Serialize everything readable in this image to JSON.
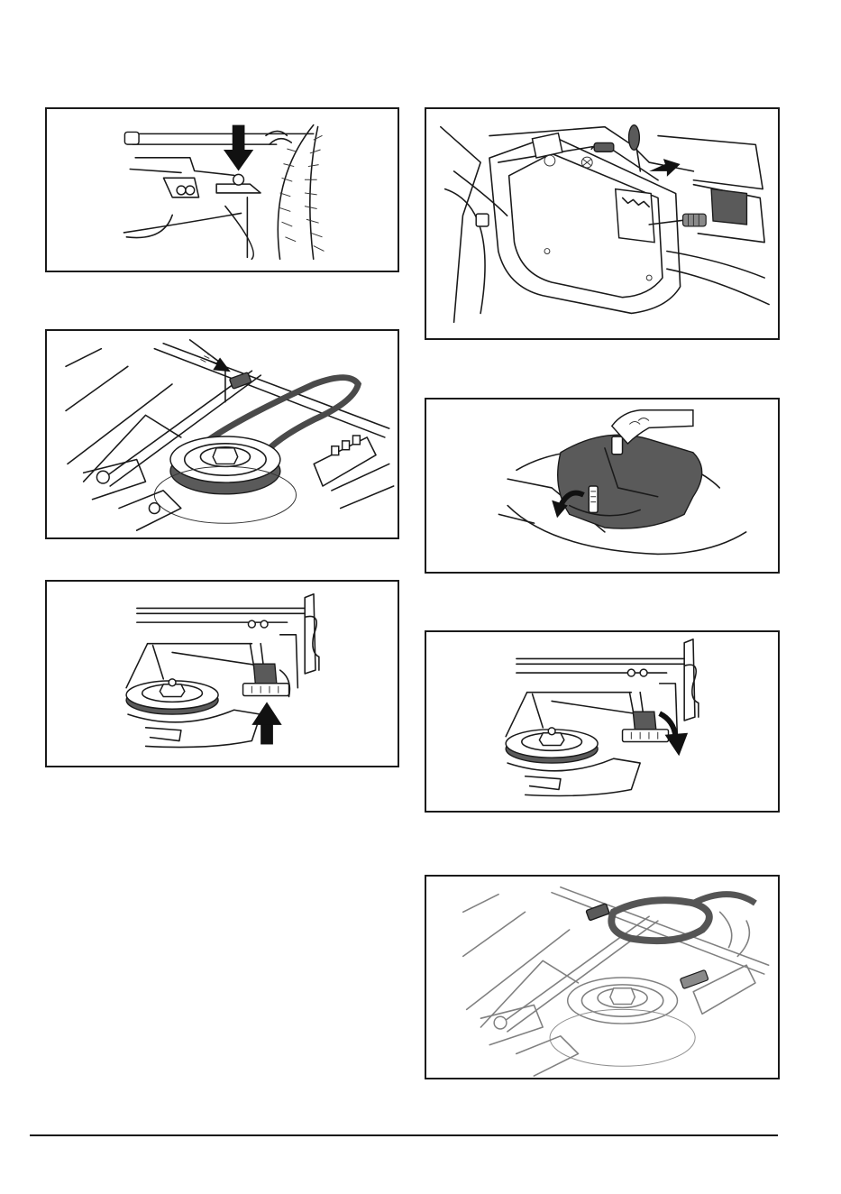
{
  "page": {
    "figures": [
      {
        "id": "fig1",
        "icon": "grass-deflector-arrow-down"
      },
      {
        "id": "fig2",
        "icon": "belt-pulley-cable"
      },
      {
        "id": "fig3",
        "icon": "belt-tensioner-arrow-up"
      },
      {
        "id": "fig4",
        "icon": "cutting-height-lever"
      },
      {
        "id": "fig5",
        "icon": "belt-cover-removal"
      },
      {
        "id": "fig6",
        "icon": "belt-tensioner-arrow-down"
      },
      {
        "id": "fig7",
        "icon": "drive-belt-removed"
      }
    ],
    "colors": {
      "line": "#1a1a1a",
      "shade": "#5a5a5a",
      "border": "#1a1a1a"
    }
  }
}
